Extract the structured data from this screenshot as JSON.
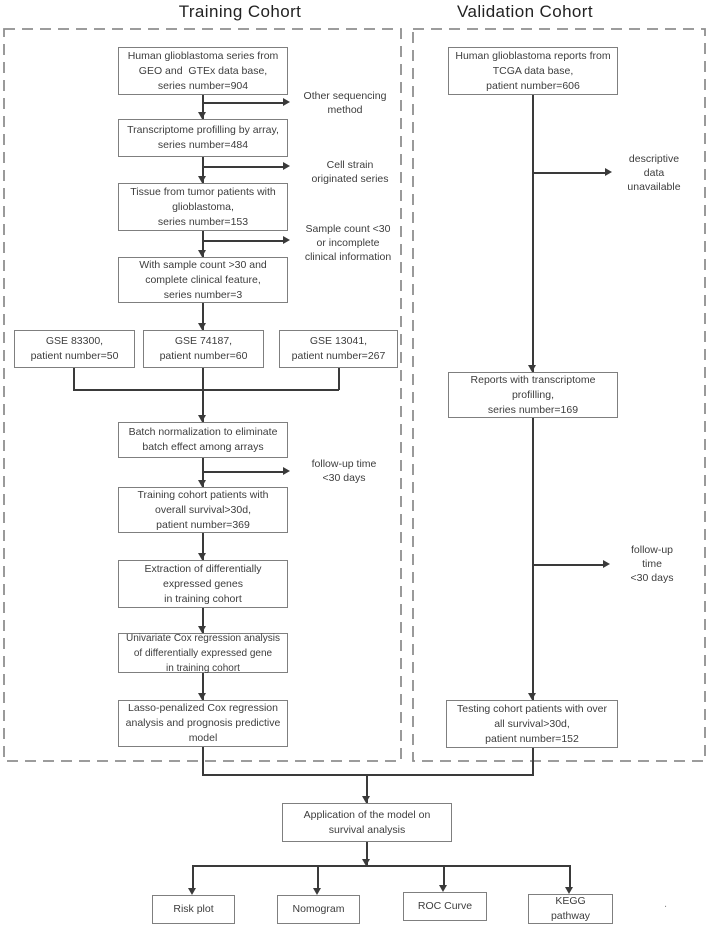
{
  "colors": {
    "box_border": "#7f7f7f",
    "line": "#3a3a3a",
    "dashed_border": "#8f8f8f",
    "text": "#3d3d3d",
    "background": "#ffffff"
  },
  "training": {
    "title": "Training Cohort",
    "boxes": [
      "Human glioblastoma series from\nGEO and  GTEx data base,\nseries number=904",
      "Transcriptome profilling by array,\nseries number=484",
      "Tissue from tumor patients with\nglioblastoma,\nseries number=153",
      "With sample count >30 and\ncomplete clinical feature,\nseries number=3",
      "GSE 83300,\npatient number=50",
      "GSE 74187,\npatient number=60",
      "GSE 13041,\npatient number=267",
      "Batch normalization to eliminate\nbatch effect among arrays",
      "Training cohort patients with\noverall survival>30d,\npatient number=369",
      "Extraction of differentially\nexpressed genes\nin training cohort",
      "Univariate Cox regression analysis\nof differentially expressed gene\nin training cohort",
      "Lasso-penalized Cox regression\nanalysis and prognosis predictive\nmodel"
    ],
    "side_labels": [
      "Other sequencing\nmethod",
      "Cell strain\noriginated series",
      "Sample count <30\nor incomplete\nclinical information",
      "follow-up time\n<30 days"
    ]
  },
  "validation": {
    "title": "Validation Cohort",
    "boxes": [
      "Human glioblastoma reports from\nTCGA data base,\npatient number=606",
      "Reports with transcriptome\nprofilling,\nseries number=169",
      "Testing cohort patients with over\nall survival>30d,\npatient number=152"
    ],
    "side_labels": [
      "descriptive\ndata\nunavailable",
      "follow-up\ntime\n<30 days"
    ]
  },
  "bottom": {
    "application": "Application of the model on\nsurvival analysis",
    "outputs": [
      "Risk plot",
      "Nomogram",
      "ROC Curve",
      "KEGG\npathway"
    ]
  },
  "artifacts": {
    "dot": "."
  }
}
